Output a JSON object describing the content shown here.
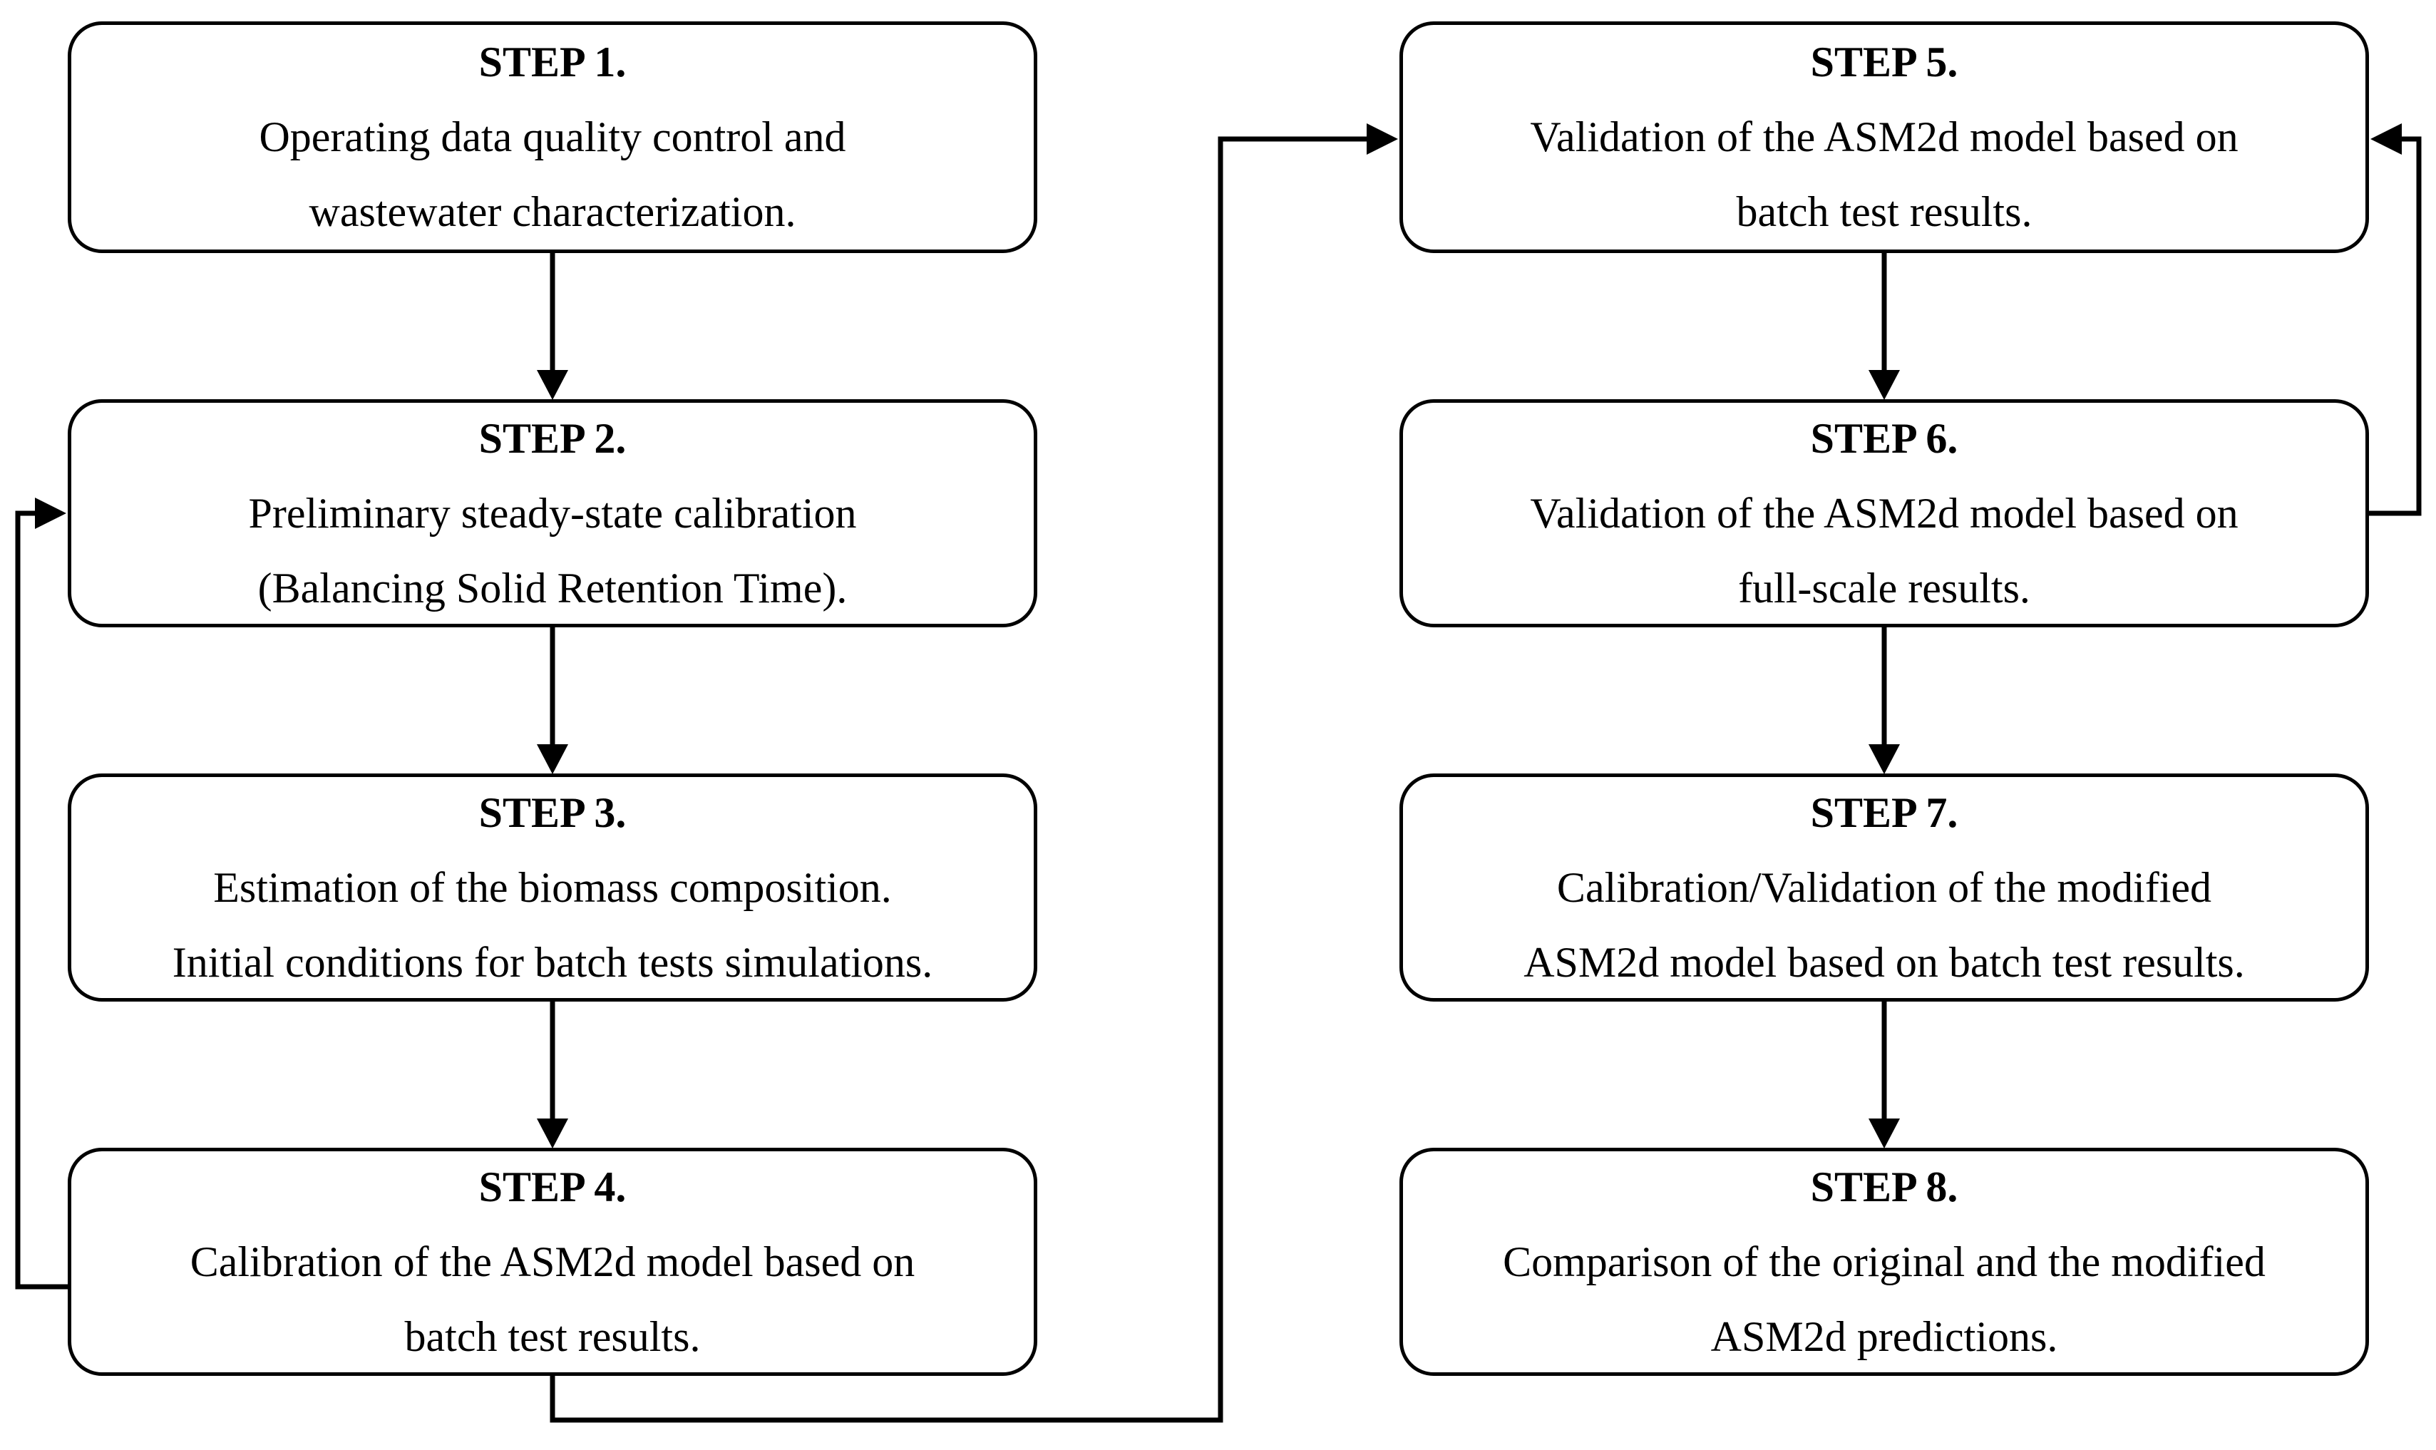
{
  "figure": {
    "type": "flowchart",
    "colors": {
      "background": "#ffffff",
      "line": "#000000",
      "text": "#000000"
    },
    "steps": [
      {
        "id": "step-1",
        "title": "STEP 1.",
        "line1": "Operating data quality control and",
        "line2": "wastewater characterization."
      },
      {
        "id": "step-2",
        "title": "STEP 2.",
        "line1": "Preliminary steady-state calibration",
        "line2": "(Balancing Solid Retention Time)."
      },
      {
        "id": "step-3",
        "title": "STEP 3.",
        "line1": "Estimation of the biomass composition.",
        "line2": "Initial conditions for batch tests simulations."
      },
      {
        "id": "step-4",
        "title": "STEP 4.",
        "line1": "Calibration of the ASM2d model based on",
        "line2": "batch test results."
      },
      {
        "id": "step-5",
        "title": "STEP 5.",
        "line1": "Validation of the ASM2d model based on",
        "line2": "batch test results."
      },
      {
        "id": "step-6",
        "title": "STEP 6.",
        "line1": "Validation of the ASM2d model based on",
        "line2": "full-scale results."
      },
      {
        "id": "step-7",
        "title": "STEP 7.",
        "line1": "Calibration/Validation of the modified",
        "line2": "ASM2d model based on batch test results."
      },
      {
        "id": "step-8",
        "title": "STEP 8.",
        "line1": "Comparison of the original and the modified",
        "line2": "ASM2d predictions."
      }
    ]
  }
}
